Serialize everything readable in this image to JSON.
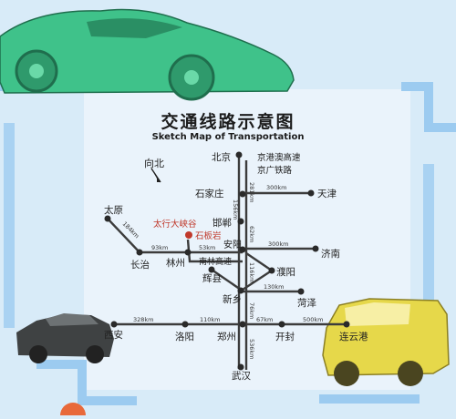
{
  "title_cn": "交通线路示意图",
  "title_en": "Sketch Map of Transportation",
  "compass_label": "向北",
  "routes": {
    "jinggangao": "京港澳高速",
    "jingguang": "京广铁路",
    "nanlin": "南林高速"
  },
  "cities": {
    "beijing": "北京",
    "shijiazhuang": "石家庄",
    "tianjin": "天津",
    "taiyuan": "太原",
    "handan": "邯郸",
    "anyang": "安阳",
    "changzhi": "长治",
    "linzhou": "林州",
    "jinan": "济南",
    "puyang": "濮阳",
    "huixian": "辉县",
    "xinxiang": "新乡",
    "heze": "菏泽",
    "xian": "西安",
    "luoyang": "洛阳",
    "zhengzhou": "郑州",
    "kaifeng": "开封",
    "lianyungang": "连云港",
    "wuhan": "武汉"
  },
  "attractions": {
    "taihang": "太行大峡谷",
    "shibanyan": "石板岩"
  },
  "distances": {
    "beijing_shijiazhuang": "281km",
    "shijiazhuang_tianjin": "300km",
    "shijiazhuang_handan": "156km",
    "handan_anyang": "62km",
    "anyang_xinxiang": "116km",
    "xinxiang_zhengzhou": "76km",
    "zhengzhou_wuhan": "536km",
    "taiyuan_changzhi": "184km",
    "changzhi_linzhou": "93km",
    "linzhou_anyang": "53km",
    "anyang_jinan": "300km",
    "puyang_heze": "130km",
    "xian_luoyang": "328km",
    "luoyang_zhengzhou": "110km",
    "zhengzhou_kaifeng": "67km",
    "kaifeng_lianyungang": "500km"
  },
  "colors": {
    "background": "#d8ebf8",
    "panel": "#eaf3fb",
    "frame": "#9ccbf0",
    "line": "#3c3c3c",
    "red_label": "#c0392b",
    "green_car": "#3fc28a",
    "yellow_car": "#e6d84a",
    "dark_car": "#3f4243"
  },
  "icons": {
    "compass": "north-arrow-icon",
    "car_green": "green-sports-car",
    "car_dark": "dark-vintage-car",
    "car_yellow": "yellow-suv"
  }
}
